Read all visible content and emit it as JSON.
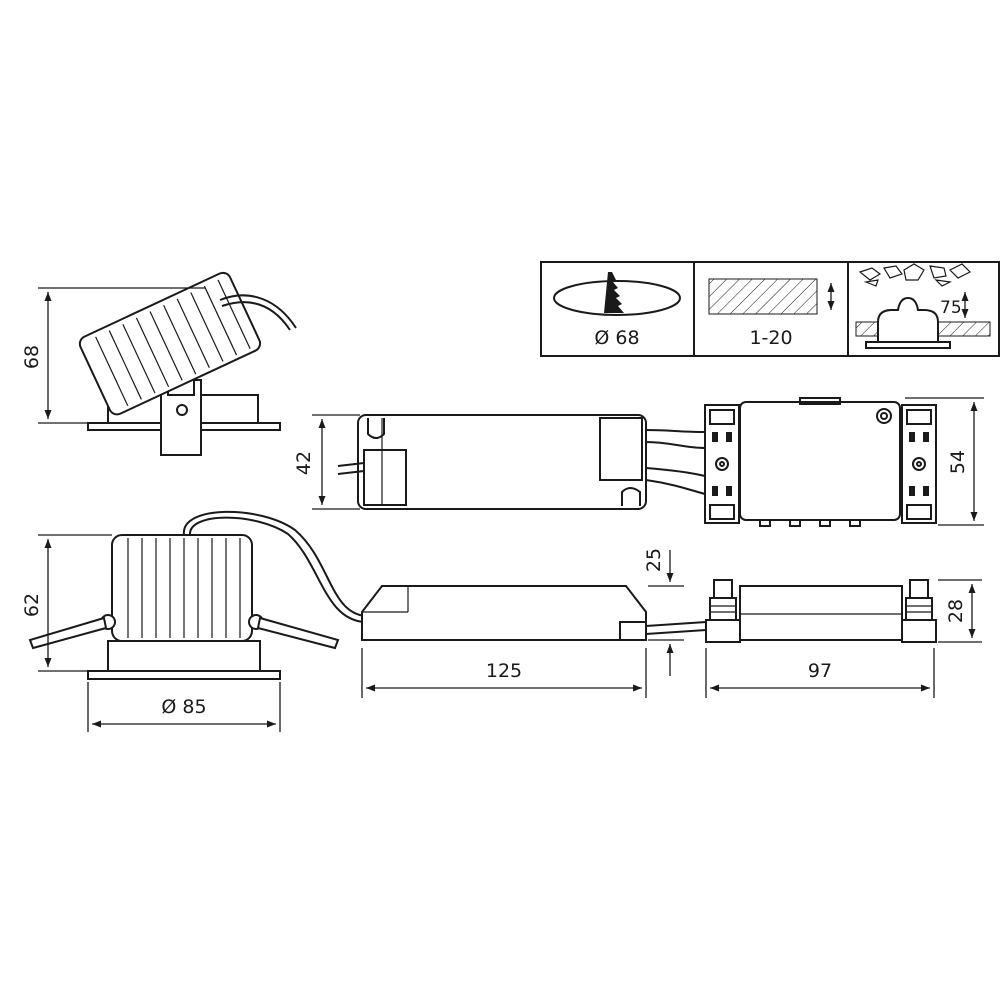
{
  "dimensions": {
    "lamp_tilted_height": "68",
    "lamp_height": "62",
    "lamp_diameter": "Ø 85",
    "driver_width": "42",
    "driver_height": "25",
    "driver_length": "125",
    "junction_box_width": "54",
    "junction_box_height": "28",
    "junction_box_length": "97"
  },
  "installation_panel": {
    "cutout_diameter": "Ø 68",
    "ceiling_thickness": "1-20",
    "recess_depth": "75"
  },
  "colors": {
    "line": "#1a1a1a",
    "background": "#ffffff"
  }
}
